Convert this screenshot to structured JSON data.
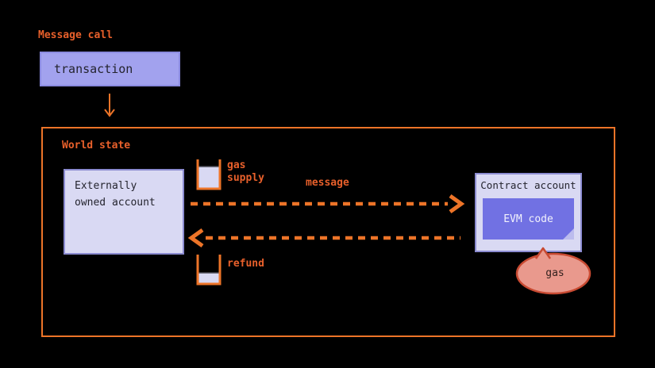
{
  "title": "Message call",
  "transaction_box": {
    "label": "transaction"
  },
  "world_state": {
    "title": "World state",
    "eoa_box": {
      "line1": "Externally",
      "line2": "owned account"
    },
    "gas_supply": {
      "line1": "gas",
      "line2": "supply"
    },
    "message_arrow": {
      "label": "message"
    },
    "refund": {
      "label": "refund"
    },
    "contract_box": {
      "title": "Contract account",
      "evm_box": {
        "label": "EVM code"
      }
    },
    "gas_bubble": {
      "label": "gas"
    }
  },
  "colors": {
    "background": "#000000",
    "accent_orange": "#ed7428",
    "label_orange": "#e8602b",
    "box_fill_light": "#d9d9f3",
    "box_fill_medium": "#a2a2ee",
    "box_border_purple": "#8b8bd0",
    "evm_fill": "#7171e3",
    "evm_fold": "#bcbcee",
    "bubble_fill": "#e9998d",
    "bubble_border": "#c84a32",
    "text_dark": "#24242e",
    "text_light": "#f2f2fc"
  }
}
